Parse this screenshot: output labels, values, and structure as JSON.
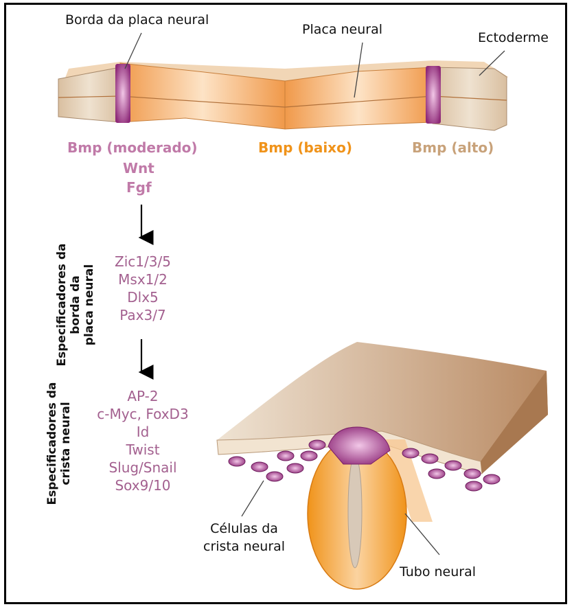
{
  "colors": {
    "moderate": "#c07aa8",
    "low": "#f0931a",
    "high": "#c8a27a",
    "gene_text": "#a3608f",
    "border_purple": "#8e2a78",
    "plate_orange": "#f3a25b",
    "ectoderm_tan": "#e0c7a8"
  },
  "callouts": {
    "neural_plate_border": "Borda da placa neural",
    "neural_plate": "Placa neural",
    "ectoderm": "Ectoderme",
    "neural_crest_cells_line1": "Células da",
    "neural_crest_cells_line2": "crista neural",
    "neural_tube": "Tubo neural"
  },
  "signals": {
    "moderate": "Bmp (moderado)",
    "low": "Bmp (baixo)",
    "high": "Bmp (alto)",
    "wnt": "Wnt",
    "fgf": "Fgf"
  },
  "border_specifiers": {
    "title_line1": "Especificadores da",
    "title_line2": "borda da",
    "title_line3": "placa neural",
    "genes": [
      "Zic1/3/5",
      "Msx1/2",
      "Dlx5",
      "Pax3/7"
    ]
  },
  "crest_specifiers": {
    "title_line1": "Especificadores da",
    "title_line2": "crista neural",
    "genes": [
      "AP-2",
      "c-Myc, FoxD3",
      "Id",
      "Twist",
      "Slug/Snail",
      "Sox9/10"
    ]
  },
  "icons": [
    "arrow-down-icon",
    "arrow-down-icon"
  ]
}
